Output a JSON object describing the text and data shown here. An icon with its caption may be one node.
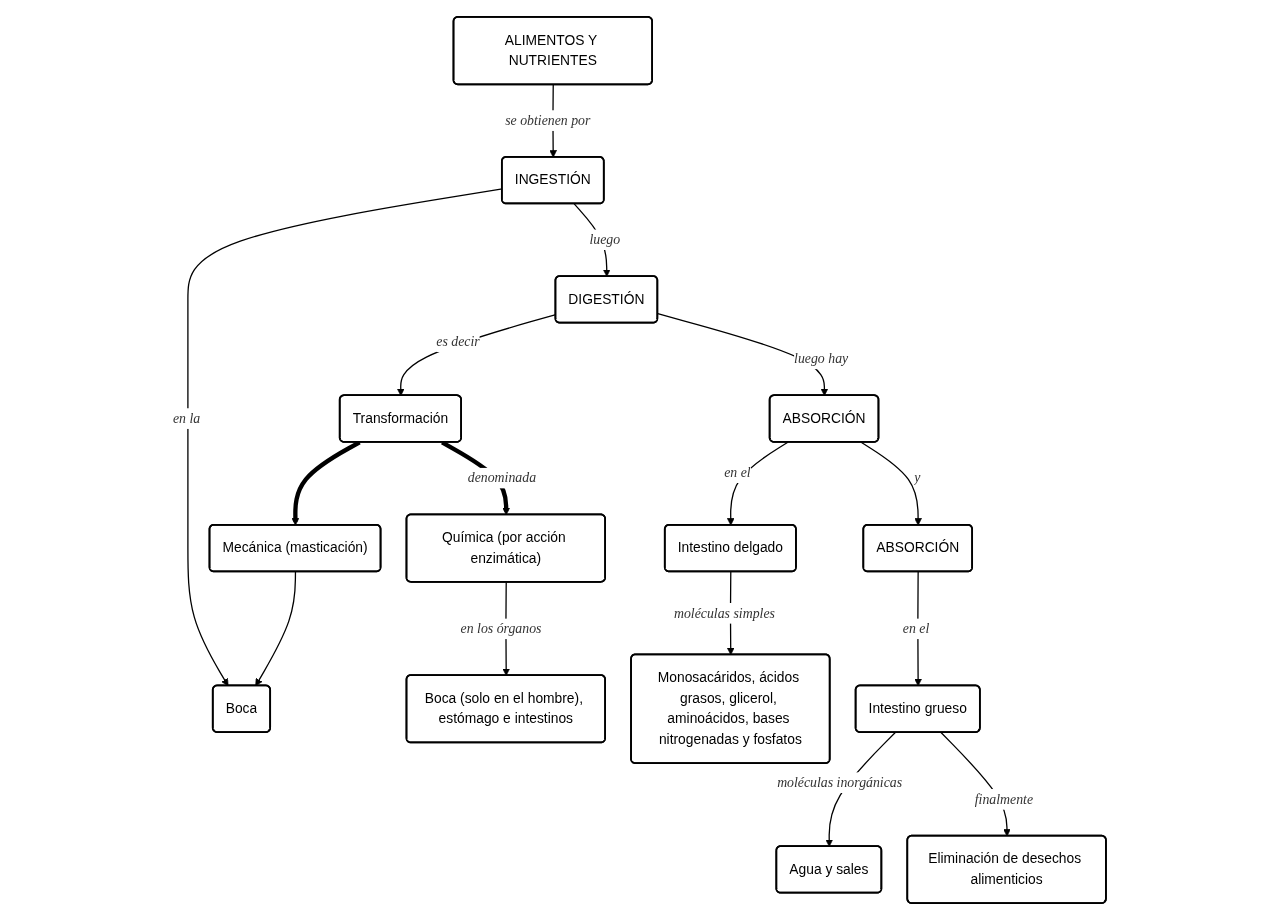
{
  "diagram": {
    "nodes": [
      {
        "text": [
          "ALIMENTOS Y NUTRIENTES"
        ]
      },
      {
        "text": [
          "INGESTIÓN"
        ]
      },
      {
        "text": [
          "Boca"
        ]
      },
      {
        "text": [
          "Mecánica (masticación)"
        ]
      },
      {
        "text": [
          "DIGESTIÓN"
        ]
      },
      {
        "text": [
          "Transformación"
        ]
      },
      {
        "text": [
          "Química (por acción enzimática)"
        ]
      },
      {
        "text": [
          "Boca (solo en el hombre), estómago e intestinos"
        ]
      },
      {
        "text": [
          "ABSORCIÓN"
        ]
      },
      {
        "text": [
          "Intestino delgado"
        ]
      },
      {
        "text": [
          "Monosacáridos, ácidos grasos, glicerol, aminoácidos, bases nitrogenadas y fosfatos"
        ]
      },
      {
        "text": [
          "ABSORCIÓN"
        ]
      },
      {
        "text": [
          "Intestino grueso"
        ]
      },
      {
        "text": [
          "Agua y sales"
        ]
      },
      {
        "text": [
          "Eliminación de desechos alimenticios"
        ]
      }
    ],
    "edges": [
      {
        "from": 0,
        "to": 1,
        "arrow": "to",
        "label": "se obtienen por"
      },
      {
        "from": 1,
        "to": 2,
        "arrow": "to",
        "label": "en la"
      },
      {
        "from": 3,
        "to": 2,
        "arrow": "to"
      },
      {
        "from": 1,
        "to": 4,
        "arrow": "to",
        "label": "luego"
      },
      {
        "from": 4,
        "to": 5,
        "arrow": "to",
        "label": "es decir"
      },
      {
        "from": 5,
        "to": 3,
        "arrow": "to",
        "style": "thick"
      },
      {
        "from": 5,
        "to": 6,
        "arrow": "to",
        "style": "thick",
        "label": "denominada"
      },
      {
        "from": 6,
        "to": 7,
        "arrow": "to",
        "label": "en los órganos"
      },
      {
        "from": 4,
        "to": 8,
        "arrow": "to",
        "label": "luego hay"
      },
      {
        "from": 8,
        "to": 9,
        "arrow": "to",
        "label": "en el"
      },
      {
        "from": 9,
        "to": 10,
        "arrow": "to",
        "label": "moléculas simples"
      },
      {
        "from": 8,
        "to": 11,
        "arrow": "to",
        "label": "y"
      },
      {
        "from": 11,
        "to": 12,
        "arrow": "to",
        "label": "en el"
      },
      {
        "from": 12,
        "to": 13,
        "arrow": "to",
        "label": "moléculas inorgánicas"
      },
      {
        "from": 12,
        "to": 14,
        "arrow": "to",
        "label": "finalmente"
      }
    ]
  }
}
